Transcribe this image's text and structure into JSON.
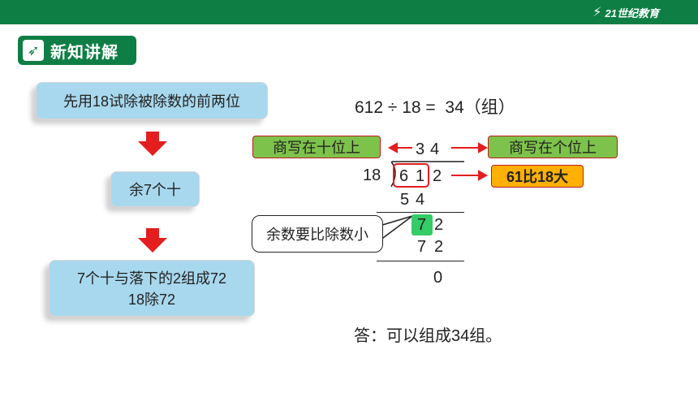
{
  "header": {
    "brand": "21世纪教育"
  },
  "section": {
    "title": "新知讲解"
  },
  "steps": {
    "step1": "先用18试除被除数的前两位",
    "step2": "余7个十",
    "step3_line1": "7个十与落下的2组成72",
    "step3_line2": "18除72"
  },
  "equation": "612 ÷ 18 =  34（组）",
  "division": {
    "quotient_tens": "3",
    "quotient_ones": "4",
    "divisor": "18",
    "dividend_d1": "6",
    "dividend_d2": "1",
    "dividend_d3": "2",
    "prod1_d1": "5",
    "prod1_d2": "4",
    "rem1_d1": "7",
    "rem1_d2": "2",
    "prod2_d1": "7",
    "prod2_d2": "2",
    "final": "0"
  },
  "labels": {
    "tens_place": "商写在十位上",
    "ones_place": "商写在个位上",
    "compare": "61比18大",
    "hint": "余数要比除数小"
  },
  "answer": "答：可以组成34组。",
  "colors": {
    "header_green": "#0f7e45",
    "box_blue": "#a8d8ee",
    "arrow_red": "#e41e1e",
    "label_green": "#7dc24a",
    "label_orange": "#ffb000",
    "highlight": "#33cc66"
  }
}
